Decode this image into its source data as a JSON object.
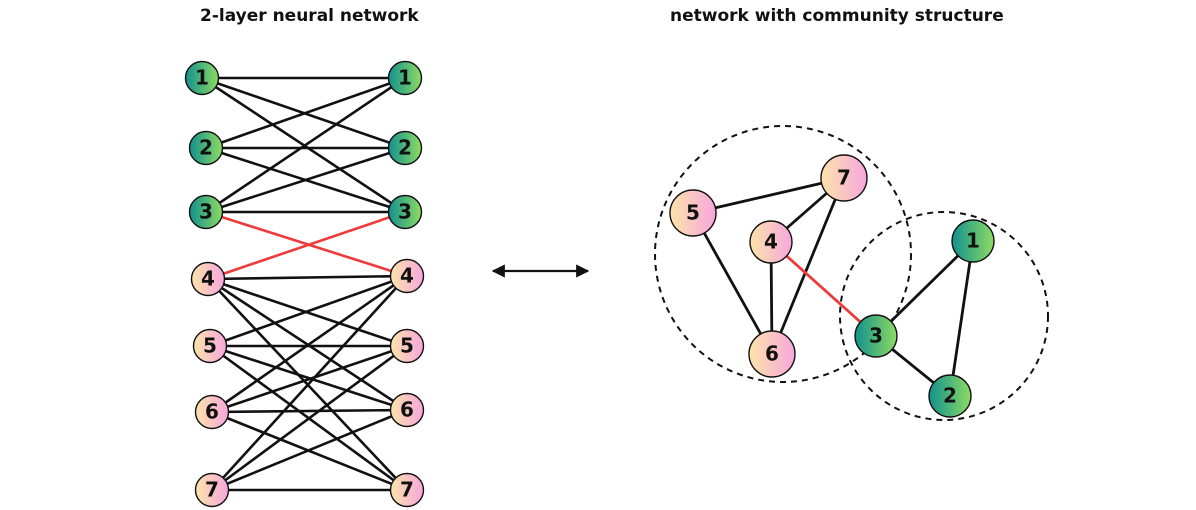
{
  "left_panel": {
    "title": "2-layer neural network",
    "layer_a": [
      {
        "label": "1",
        "group": "teal"
      },
      {
        "label": "2",
        "group": "teal"
      },
      {
        "label": "3",
        "group": "teal"
      },
      {
        "label": "4",
        "group": "peach"
      },
      {
        "label": "5",
        "group": "peach"
      },
      {
        "label": "6",
        "group": "peach"
      },
      {
        "label": "7",
        "group": "peach"
      }
    ],
    "layer_b": [
      {
        "label": "1",
        "group": "teal"
      },
      {
        "label": "2",
        "group": "teal"
      },
      {
        "label": "3",
        "group": "teal"
      },
      {
        "label": "4",
        "group": "peach"
      },
      {
        "label": "5",
        "group": "peach"
      },
      {
        "label": "6",
        "group": "peach"
      },
      {
        "label": "7",
        "group": "peach"
      }
    ],
    "edges": [
      [
        "1",
        "1"
      ],
      [
        "1",
        "2"
      ],
      [
        "1",
        "3"
      ],
      [
        "2",
        "1"
      ],
      [
        "2",
        "2"
      ],
      [
        "2",
        "3"
      ],
      [
        "3",
        "1"
      ],
      [
        "3",
        "2"
      ],
      [
        "3",
        "3"
      ],
      [
        "4",
        "4"
      ],
      [
        "4",
        "5"
      ],
      [
        "4",
        "6"
      ],
      [
        "4",
        "7"
      ],
      [
        "5",
        "4"
      ],
      [
        "5",
        "5"
      ],
      [
        "5",
        "6"
      ],
      [
        "5",
        "7"
      ],
      [
        "6",
        "4"
      ],
      [
        "6",
        "5"
      ],
      [
        "6",
        "6"
      ],
      [
        "6",
        "7"
      ],
      [
        "7",
        "4"
      ],
      [
        "7",
        "5"
      ],
      [
        "7",
        "6"
      ],
      [
        "7",
        "7"
      ]
    ],
    "cross_edges": [
      [
        "3",
        "4"
      ],
      [
        "4",
        "3"
      ]
    ]
  },
  "arrow": {
    "direction": "both"
  },
  "right_panel": {
    "title": "network with community structure",
    "nodes": [
      {
        "label": "1",
        "group": "teal"
      },
      {
        "label": "2",
        "group": "teal"
      },
      {
        "label": "3",
        "group": "teal"
      },
      {
        "label": "4",
        "group": "peach"
      },
      {
        "label": "5",
        "group": "peach"
      },
      {
        "label": "6",
        "group": "peach"
      },
      {
        "label": "7",
        "group": "peach"
      }
    ],
    "edges": [
      [
        "1",
        "3"
      ],
      [
        "1",
        "2"
      ],
      [
        "2",
        "3"
      ],
      [
        "5",
        "7"
      ],
      [
        "5",
        "6"
      ],
      [
        "4",
        "7"
      ],
      [
        "4",
        "6"
      ],
      [
        "6",
        "7"
      ]
    ],
    "cross_edges": [
      [
        "4",
        "3"
      ]
    ],
    "communities": [
      [
        "4",
        "5",
        "6",
        "7"
      ],
      [
        "1",
        "2",
        "3"
      ]
    ]
  },
  "colors": {
    "edge": "#111111",
    "cross_edge": "#ee3a3a",
    "teal_start": "#12918f",
    "teal_end": "#8ddb62",
    "peach_start": "#fde4a8",
    "peach_end": "#f6a6de",
    "community_border": "#111111"
  }
}
